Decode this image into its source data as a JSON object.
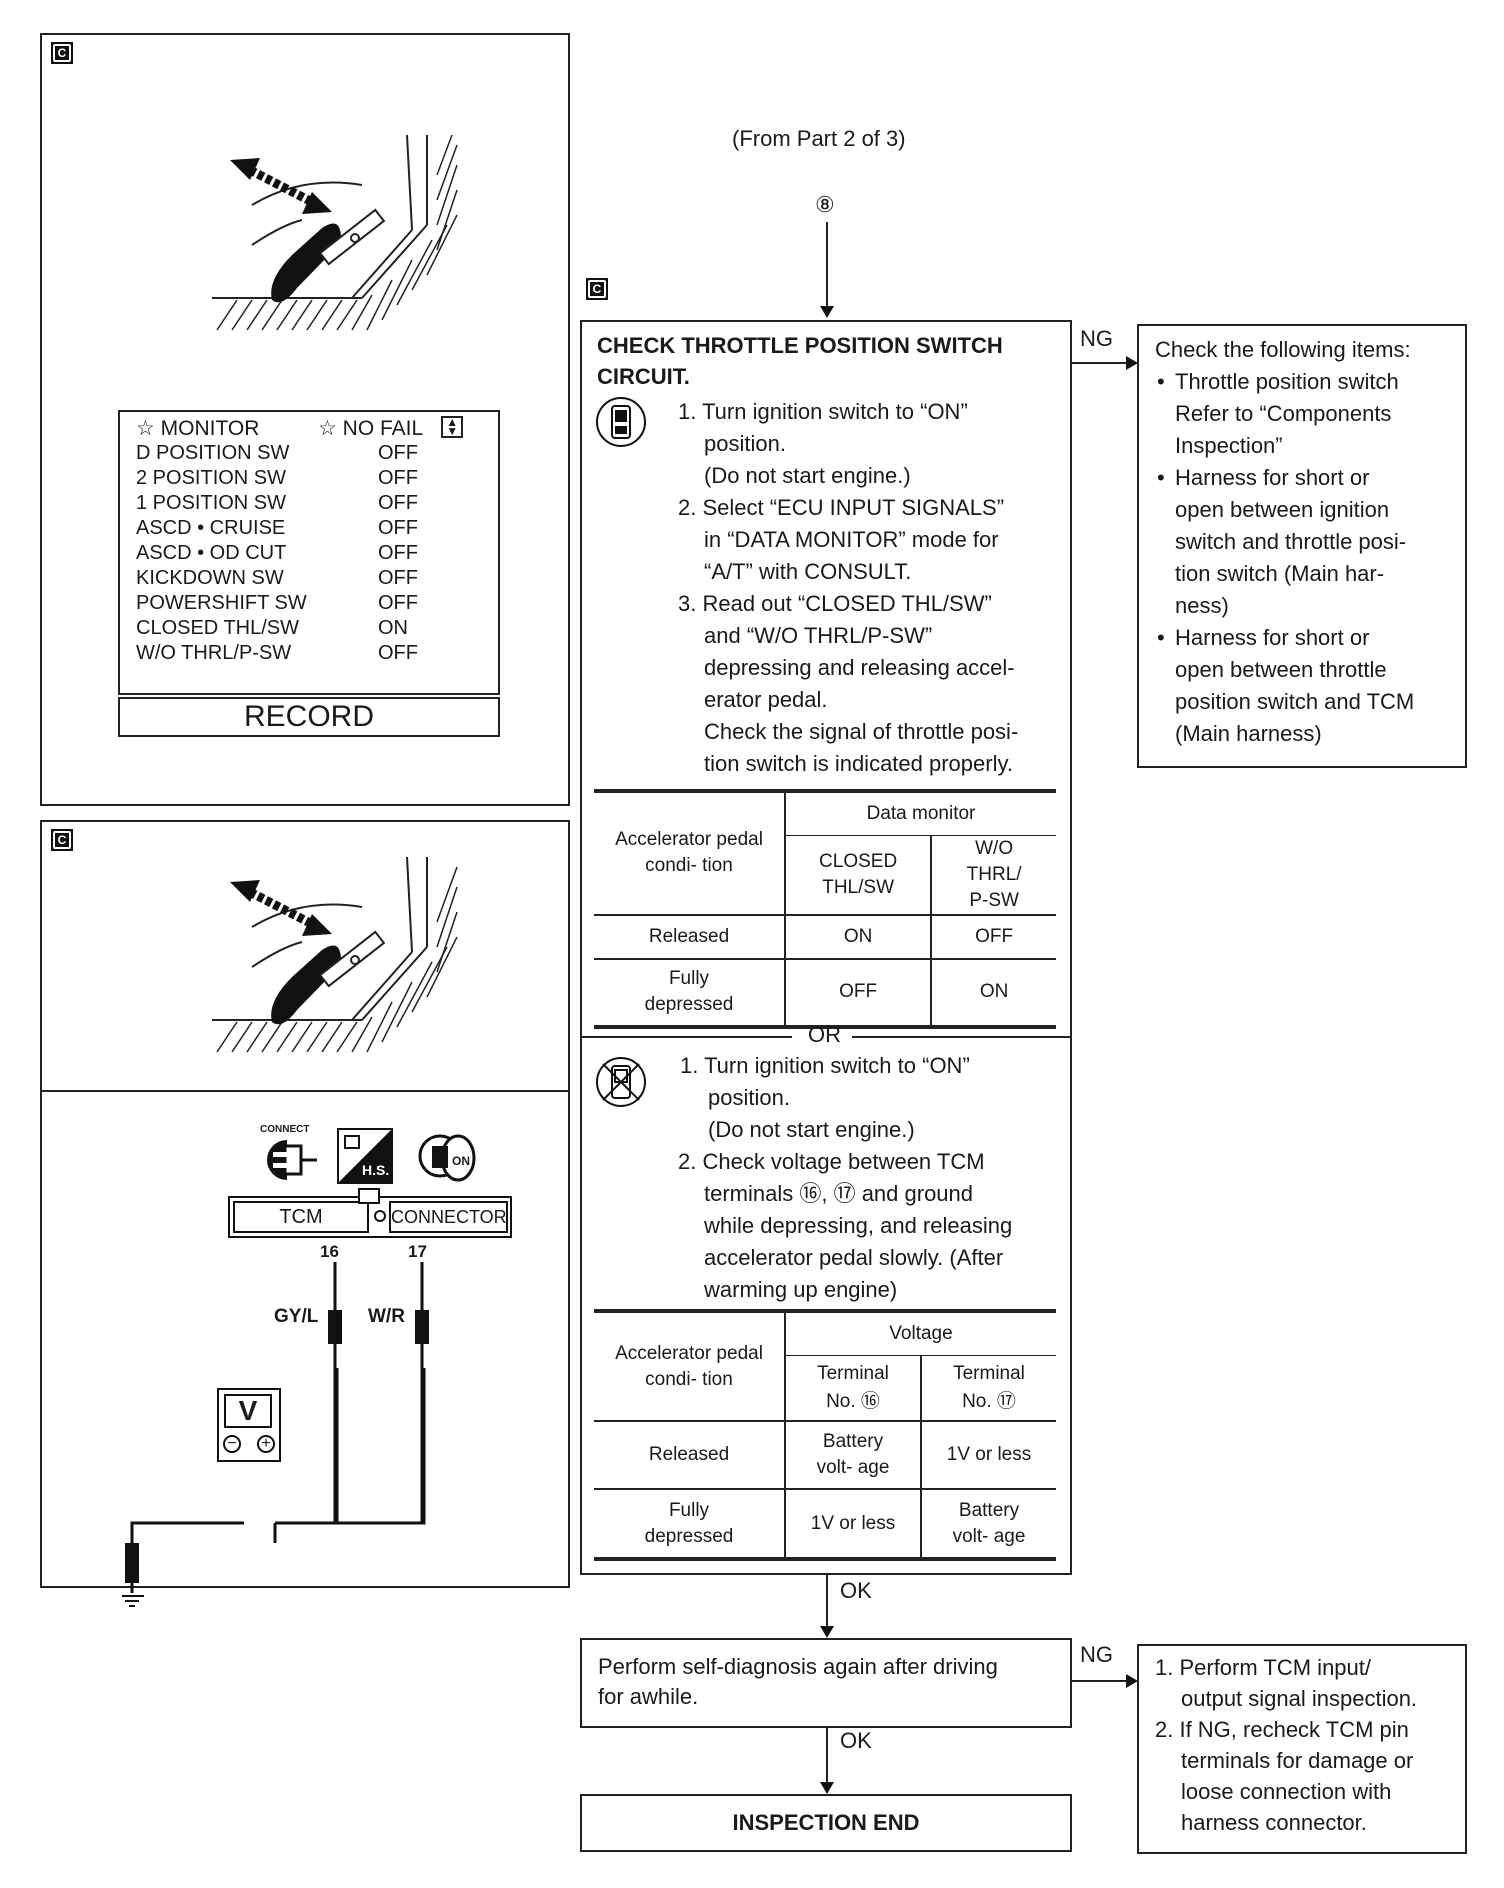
{
  "badge": "C",
  "monitor": {
    "header_left": "☆ MONITOR",
    "header_right": "☆ NO FAIL",
    "rows": [
      {
        "k": "D POSITION SW",
        "v": "OFF"
      },
      {
        "k": "2 POSITION SW",
        "v": "OFF"
      },
      {
        "k": "1 POSITION SW",
        "v": "OFF"
      },
      {
        "k": "ASCD • CRUISE",
        "v": "OFF"
      },
      {
        "k": "ASCD • OD CUT",
        "v": "OFF"
      },
      {
        "k": "KICKDOWN SW",
        "v": "OFF"
      },
      {
        "k": "POWERSHIFT SW",
        "v": "OFF"
      },
      {
        "k": "CLOSED THL/SW",
        "v": "ON"
      },
      {
        "k": "W/O THRL/P-SW",
        "v": "OFF"
      }
    ],
    "record": "RECORD"
  },
  "wiring": {
    "connect": "CONNECT",
    "hs": "H.S.",
    "on": "ON",
    "tcm": "TCM",
    "connector": "CONNECTOR",
    "pin16": "16",
    "pin17": "17",
    "wire16": "GY/L",
    "wire17": "W/R",
    "meter": "V"
  },
  "flow": {
    "from": "(From Part 2 of 3)",
    "marker": "⑧",
    "title1": "CHECK THROTTLE POSITION SWITCH",
    "title2": "CIRCUIT.",
    "steps_a": [
      "1. Turn ignition switch to “ON”",
      "position.",
      "(Do not start engine.)",
      "2. Select “ECU INPUT SIGNALS”",
      "in “DATA MONITOR” mode for",
      "“A/T” with CONSULT.",
      "3. Read out “CLOSED THL/SW”",
      "and “W/O THRL/P-SW”",
      "depressing and releasing accel-",
      "erator pedal.",
      "Check the signal of throttle posi-",
      "tion switch is indicated properly."
    ],
    "table1": {
      "h_cond": "Accelerator pedal condi- tion",
      "h_group": "Data monitor",
      "h_c1": "CLOSED THL/SW",
      "h_c2": "W/O THRL/ P-SW",
      "r1": [
        "Released",
        "ON",
        "OFF"
      ],
      "r2": [
        "Fully depressed",
        "OFF",
        "ON"
      ]
    },
    "or": "OR",
    "steps_b": [
      "1. Turn ignition switch to “ON”",
      "position.",
      "(Do not start engine.)",
      "2. Check voltage between TCM",
      "terminals ⑯, ⑰ and ground",
      "while depressing, and releasing",
      "accelerator pedal slowly. (After",
      "warming up engine)"
    ],
    "table2": {
      "h_cond": "Accelerator pedal condi- tion",
      "h_group": "Voltage",
      "h_c1": "Terminal No. ⑯",
      "h_c2": "Terminal No. ⑰",
      "r1": [
        "Released",
        "Battery volt- age",
        "1V or less"
      ],
      "r2": [
        "Fully depressed",
        "1V or less",
        "Battery volt- age"
      ]
    },
    "ng": "NG",
    "ok": "OK",
    "ng_box": {
      "title": "Check the following items:",
      "bullets": [
        [
          "Throttle position switch",
          "Refer to “Components",
          "Inspection”"
        ],
        [
          "Harness for short or",
          "open between ignition",
          "switch and throttle posi-",
          "tion switch (Main har-",
          "ness)"
        ],
        [
          "Harness for short or",
          "open between throttle",
          "position switch and TCM",
          "(Main harness)"
        ]
      ]
    },
    "self_diag": [
      "Perform self-diagnosis again after driving",
      "for awhile."
    ],
    "ng_box2": [
      [
        "1. Perform TCM input/",
        "output signal inspection."
      ],
      [
        "2. If NG, recheck TCM pin",
        "terminals for damage or",
        "loose connection with",
        "harness connector."
      ]
    ],
    "end": "INSPECTION END"
  }
}
